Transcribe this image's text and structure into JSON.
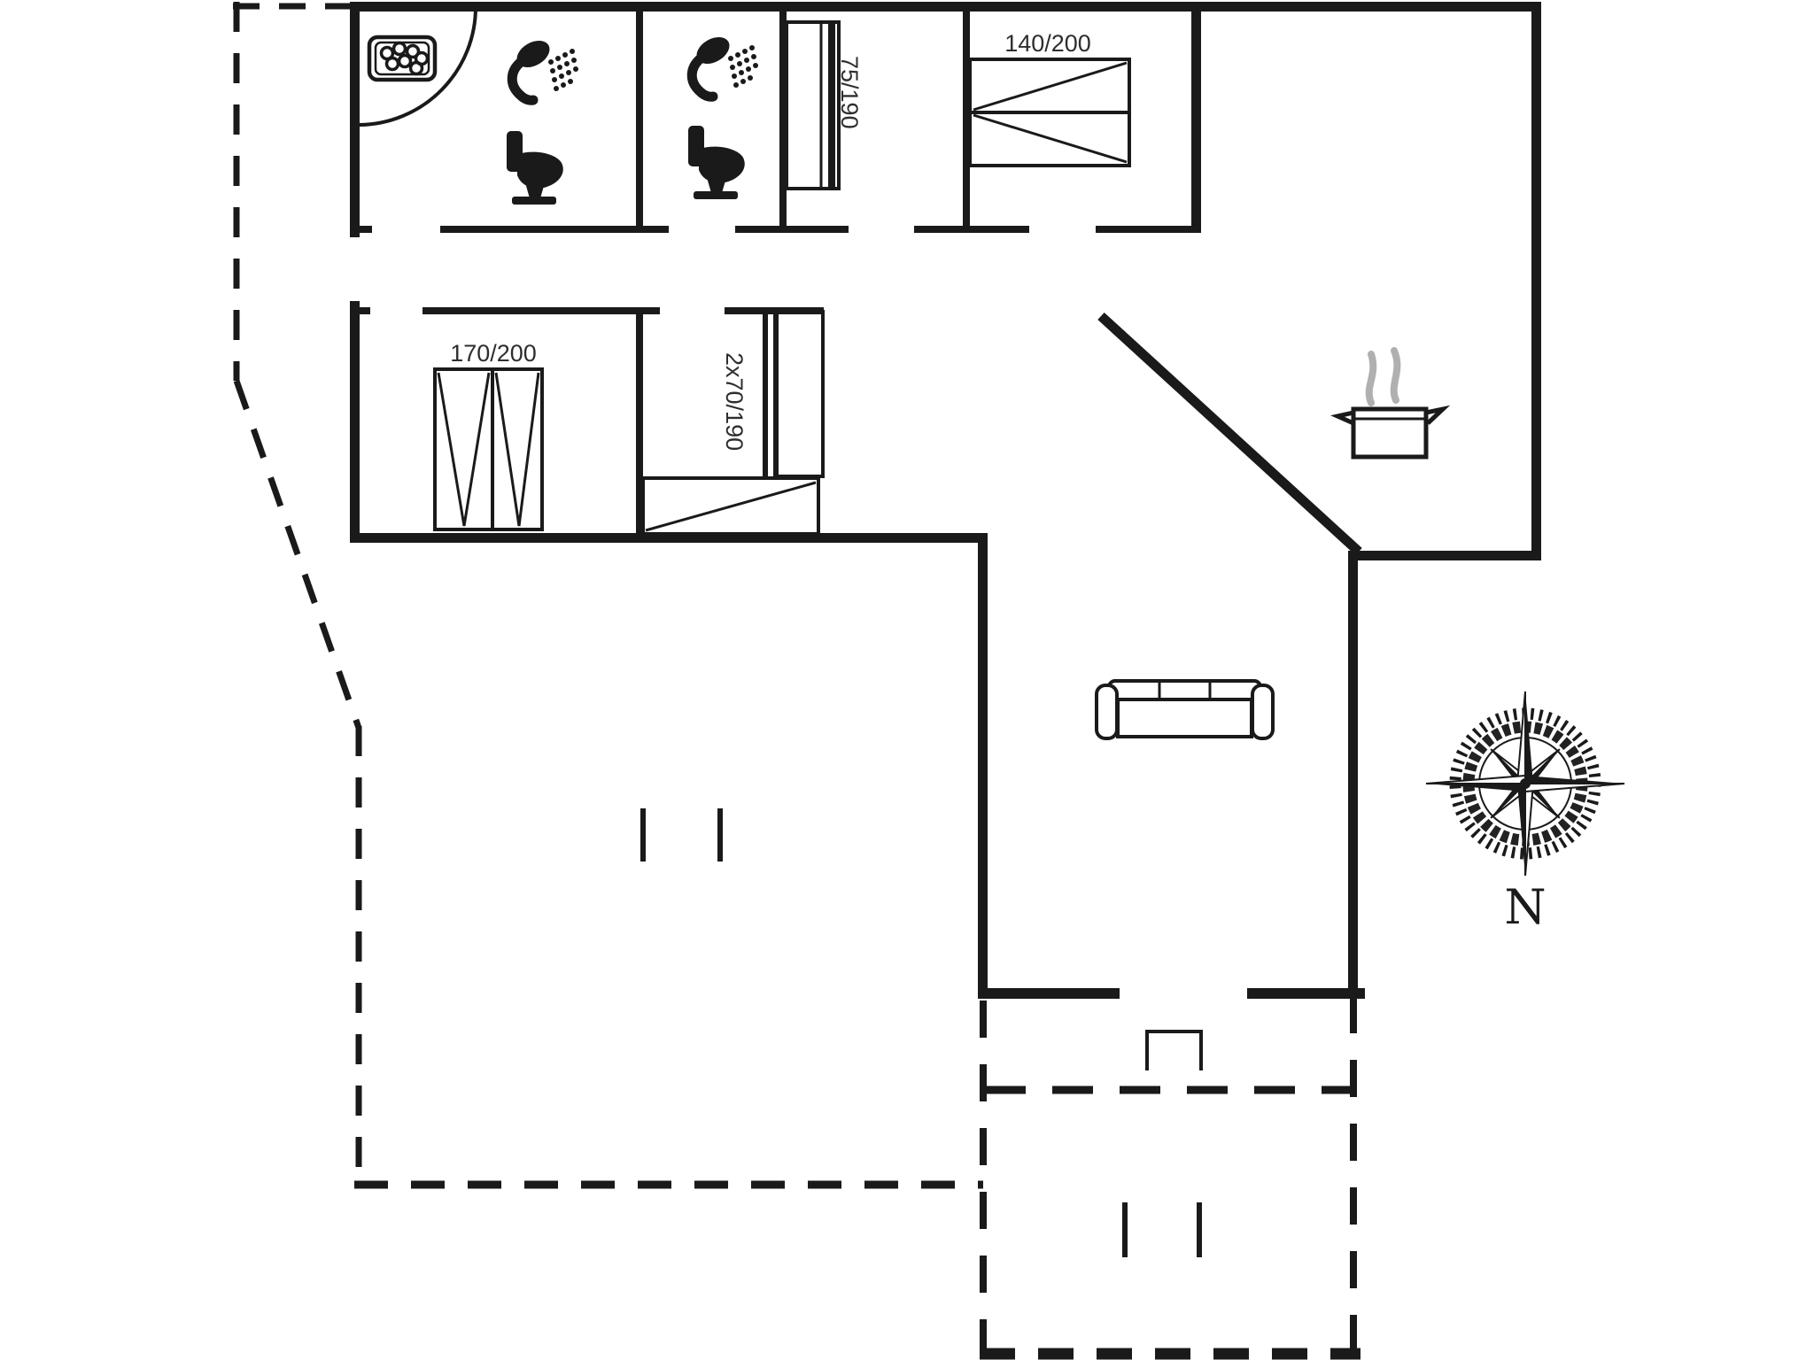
{
  "page": {
    "title": "Holiday house floor plan",
    "background": "#ffffff"
  },
  "plan": {
    "labels": {
      "double_bed": "140/200",
      "wardrobe": "170/200",
      "bunk_bed": "2x70/190",
      "single_bed": "75/190",
      "compass_north": "N"
    },
    "colors": {
      "line": "#1a1a1a",
      "label_text": "#2e2e2e",
      "steam": "#b0b0b0",
      "background": "#ffffff"
    },
    "icons": {
      "whirlpool": "whirlpool-icon",
      "shower_1": "shower-icon",
      "shower_2": "shower-icon",
      "toilet_1": "toilet-icon",
      "toilet_2": "toilet-icon",
      "cooking_pot": "cooking-pot-icon",
      "sofa": "sofa-icon",
      "compass": "compass-rose-icon"
    }
  }
}
